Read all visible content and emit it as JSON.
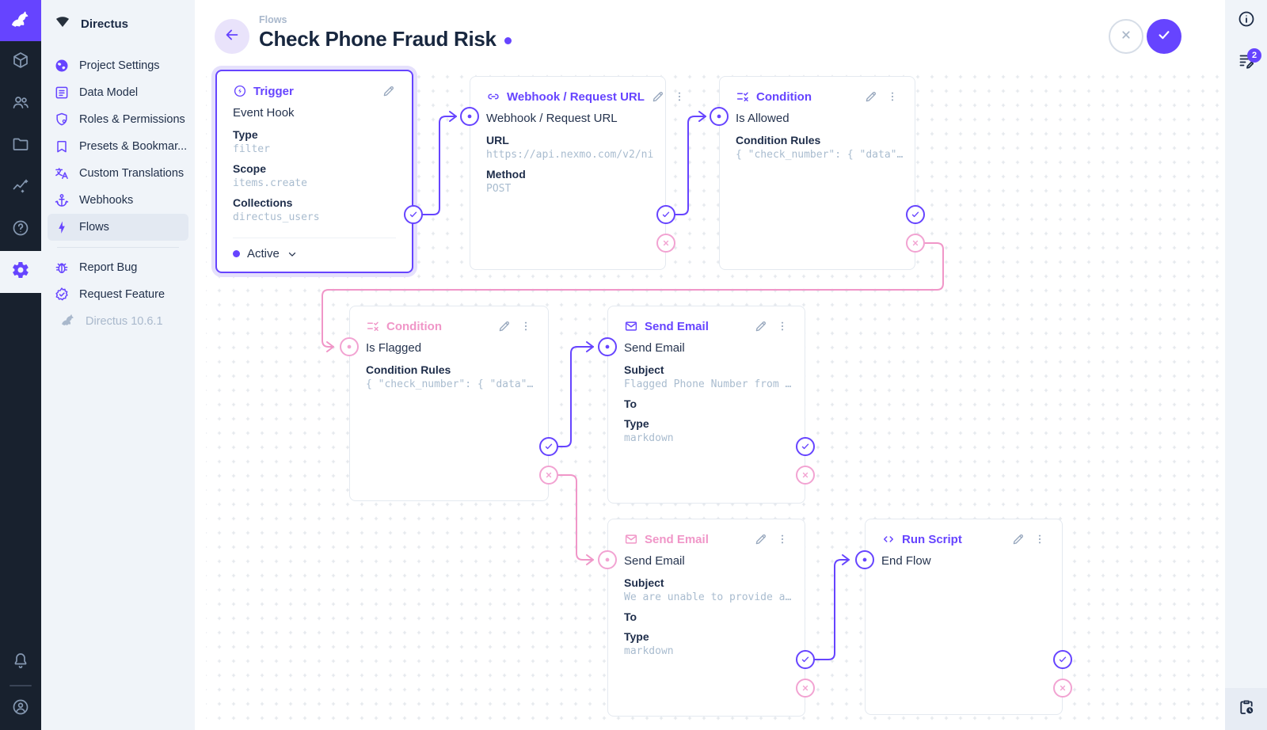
{
  "colors": {
    "primary": "#6644ff",
    "pink": "#f096c8",
    "module_bar_bg": "#18212e",
    "panel_bg": "#f0f4f9"
  },
  "module_bar": {
    "modules": [
      "content",
      "users",
      "files",
      "insights",
      "help",
      "settings"
    ],
    "active_module": "settings",
    "bottom": [
      "notifications",
      "account"
    ]
  },
  "sidebar": {
    "project_name": "Directus",
    "items": [
      {
        "icon": "globe",
        "label": "Project Settings"
      },
      {
        "icon": "data-model",
        "label": "Data Model"
      },
      {
        "icon": "shield",
        "label": "Roles & Permissions"
      },
      {
        "icon": "bookmark",
        "label": "Presets & Bookmar..."
      },
      {
        "icon": "translate",
        "label": "Custom Translations"
      },
      {
        "icon": "anchor",
        "label": "Webhooks"
      },
      {
        "icon": "bolt",
        "label": "Flows",
        "active": true
      }
    ],
    "footer_items": [
      {
        "icon": "bug",
        "label": "Report Bug"
      },
      {
        "icon": "badge-check",
        "label": "Request Feature"
      }
    ],
    "version": "Directus 10.6.1"
  },
  "header": {
    "breadcrumb": "Flows",
    "title": "Check Phone Fraud Risk",
    "unsaved": true
  },
  "right_bar": {
    "badge_count": "2"
  },
  "flow": {
    "panels": {
      "trigger": {
        "title": "Trigger",
        "name": "Event Hook",
        "fields": [
          {
            "label": "Type",
            "value": "filter"
          },
          {
            "label": "Scope",
            "value": "items.create"
          },
          {
            "label": "Collections",
            "value": "directus_users"
          }
        ],
        "status": "Active"
      },
      "webhook": {
        "title": "Webhook / Request URL",
        "name": "Webhook / Request URL",
        "fields": [
          {
            "label": "URL",
            "value": "https://api.nexmo.com/v2/ni"
          },
          {
            "label": "Method",
            "value": "POST"
          }
        ]
      },
      "cond_allowed": {
        "title": "Condition",
        "name": "Is Allowed",
        "fields": [
          {
            "label": "Condition Rules",
            "value": "{ \"check_number\": { \"data\"…"
          }
        ]
      },
      "cond_flagged": {
        "title": "Condition",
        "name": "Is Flagged",
        "fields": [
          {
            "label": "Condition Rules",
            "value": "{ \"check_number\": { \"data\"…"
          }
        ]
      },
      "email_flagged": {
        "title": "Send Email",
        "name": "Send Email",
        "fields": [
          {
            "label": "Subject",
            "value": "Flagged Phone Number from …"
          },
          {
            "label": "To"
          },
          {
            "label": "Type",
            "value": "markdown"
          }
        ]
      },
      "email_unable": {
        "title": "Send Email",
        "name": "Send Email",
        "fields": [
          {
            "label": "Subject",
            "value": "We are unable to provide a…"
          },
          {
            "label": "To"
          },
          {
            "label": "Type",
            "value": "markdown"
          }
        ]
      },
      "run_script": {
        "title": "Run Script",
        "name": "End Flow",
        "fields": []
      }
    },
    "connections": [
      {
        "from": "trigger",
        "port": "resolve",
        "to": "webhook"
      },
      {
        "from": "webhook",
        "port": "resolve",
        "to": "cond_allowed"
      },
      {
        "from": "cond_allowed",
        "port": "reject",
        "to": "cond_flagged"
      },
      {
        "from": "cond_flagged",
        "port": "resolve",
        "to": "email_flagged"
      },
      {
        "from": "cond_flagged",
        "port": "reject",
        "to": "email_unable"
      },
      {
        "from": "email_unable",
        "port": "resolve",
        "to": "run_script"
      }
    ]
  }
}
